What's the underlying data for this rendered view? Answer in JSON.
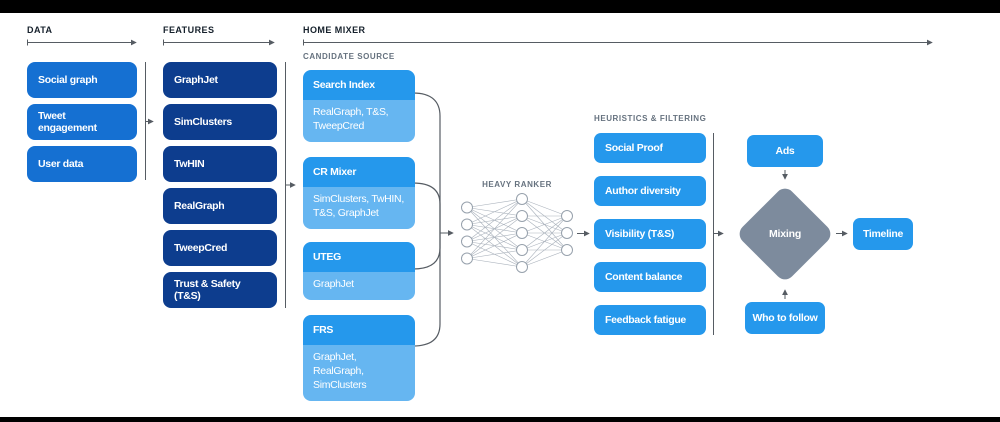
{
  "colors": {
    "data_box": "#1570d2",
    "features_box": "#0d3d8e",
    "source_header": "#2598ec",
    "source_sub": "#66b6f1",
    "bright_box": "#2598ec",
    "diamond": "#7d8b9d",
    "connector": "#565c63",
    "frame_bar": "#000000"
  },
  "column_headers": [
    {
      "label": "DATA"
    },
    {
      "label": "FEATURES"
    },
    {
      "label": "HOME MIXER"
    }
  ],
  "data_sources": {
    "items": [
      {
        "label": "Social graph"
      },
      {
        "label": "Tweet engagement"
      },
      {
        "label": "User data"
      }
    ]
  },
  "features": {
    "items": [
      {
        "label": "GraphJet"
      },
      {
        "label": "SimClusters"
      },
      {
        "label": "TwHIN"
      },
      {
        "label": "RealGraph"
      },
      {
        "label": "TweepCred"
      },
      {
        "label": "Trust & Safety (T&S)"
      }
    ]
  },
  "candidate_source": {
    "label": "CANDIDATE SOURCE",
    "groups": [
      {
        "title": "Search Index",
        "sub_lines": [
          "RealGraph, T&S,",
          "TweepCred"
        ]
      },
      {
        "title": "CR Mixer",
        "sub_lines": [
          "SimClusters, TwHIN,",
          "T&S, GraphJet"
        ]
      },
      {
        "title": "UTEG",
        "sub_lines": [
          "GraphJet"
        ]
      },
      {
        "title": "FRS",
        "sub_lines": [
          "GraphJet, RealGraph,",
          "SimClusters"
        ]
      }
    ]
  },
  "heavy_ranker": {
    "label": "HEAVY RANKER",
    "layer_sizes": [
      4,
      5,
      3
    ]
  },
  "heuristics": {
    "label": "HEURISTICS & FILTERING",
    "items": [
      {
        "label": "Social Proof"
      },
      {
        "label": "Author diversity"
      },
      {
        "label": "Visibility (T&S)"
      },
      {
        "label": "Content balance"
      },
      {
        "label": "Feedback fatigue"
      }
    ]
  },
  "mixing_stage": {
    "ads_label": "Ads",
    "mixing_label": "Mixing",
    "who_to_follow_label": "Who to follow",
    "timeline_label": "Timeline"
  }
}
